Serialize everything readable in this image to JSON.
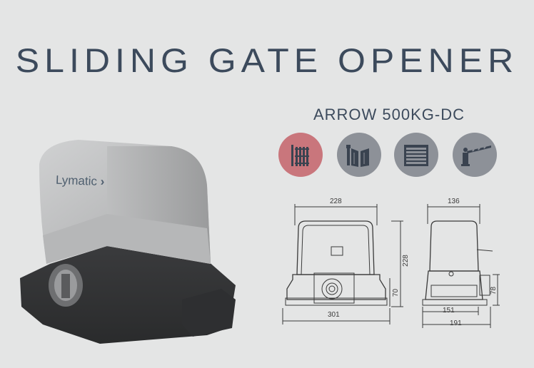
{
  "title": "SLIDING GATE OPENER",
  "subtitle": "ARROW 500KG-DC",
  "brand": "Lymatic",
  "icons": [
    {
      "name": "sliding-gate-icon",
      "active": true
    },
    {
      "name": "swing-gate-icon",
      "active": false
    },
    {
      "name": "rolling-door-icon",
      "active": false
    },
    {
      "name": "barrier-gate-icon",
      "active": false
    }
  ],
  "dimensions": {
    "front_width": "228",
    "front_height": "228",
    "front_base_width": "301",
    "front_base_height": "70",
    "side_top_width": "136",
    "side_bottom_width": "151",
    "side_total_width": "191",
    "side_height": "78"
  },
  "colors": {
    "title": "#3c4a5c",
    "active_icon": "#c9767c",
    "icon": "#8d9198",
    "background": "#e4e5e5"
  }
}
